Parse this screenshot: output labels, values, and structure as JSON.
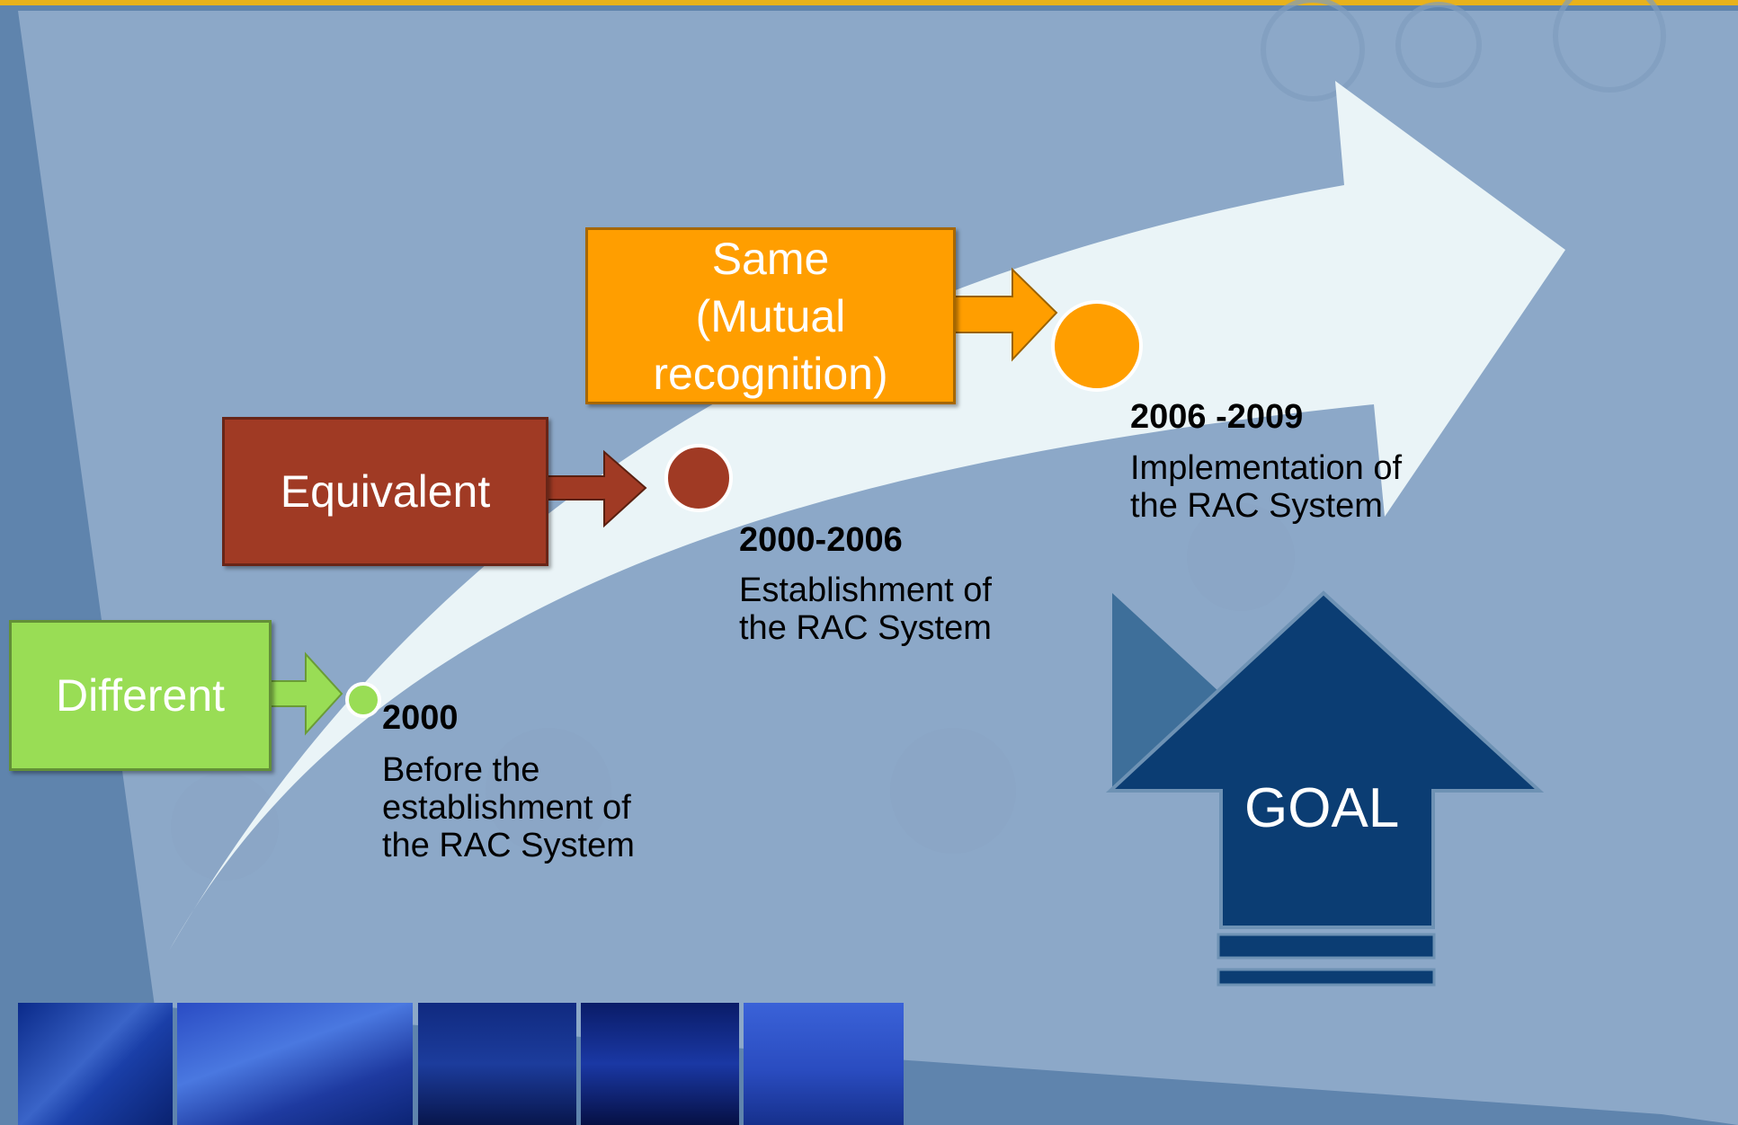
{
  "stages": [
    {
      "label": "Different",
      "color": "#99dd55",
      "year": "2000",
      "description_lines": [
        "Before the",
        "establishment of",
        "the RAC System"
      ]
    },
    {
      "label": "Equivalent",
      "color": "#a03a24",
      "year": "2000-2006",
      "description_lines": [
        "Establishment of",
        "the RAC System"
      ]
    },
    {
      "label_lines": [
        "Same",
        "(Mutual",
        "recognition)"
      ],
      "color": "#ff9e00",
      "year": "2006 -2009",
      "description_lines": [
        "Implementation of",
        "the RAC System"
      ]
    }
  ],
  "goal": {
    "label": "GOAL",
    "color": "#0b3d73"
  },
  "colors": {
    "background": "#5f84ad",
    "panel": "#8ca8c8",
    "arrow": "#eaf4f7",
    "top_border": "#e8b21c"
  }
}
